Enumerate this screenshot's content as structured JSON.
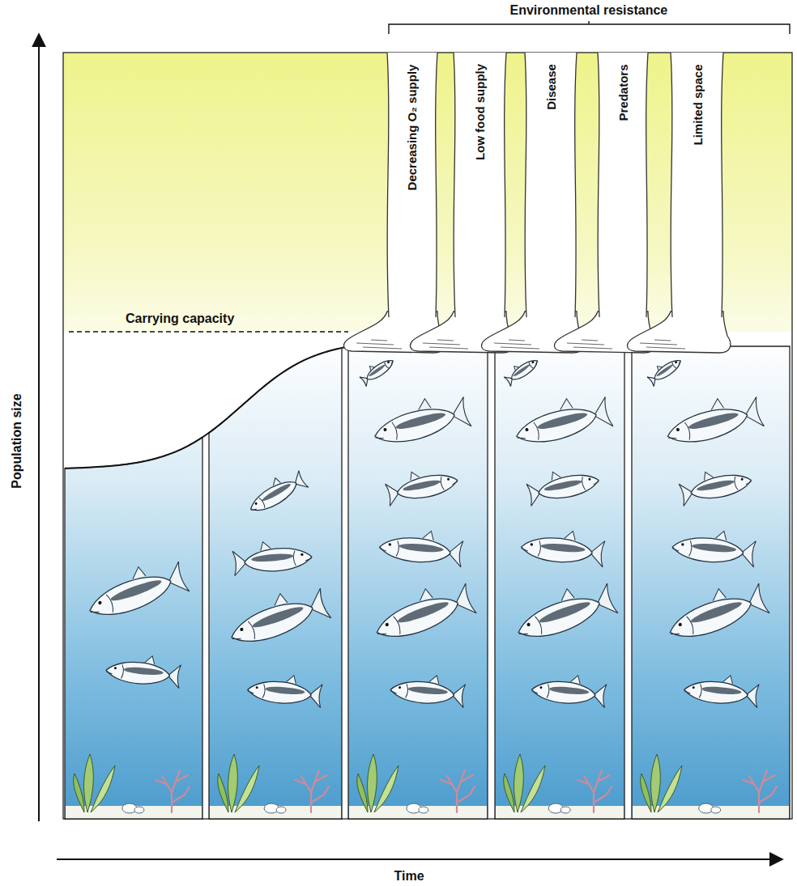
{
  "diagram": {
    "nodes": [
      {
        "text": [
          "Decreasing O₂ supply"
        ]
      },
      {
        "text": [
          "Low food supply"
        ]
      },
      {
        "text": [
          "Disease"
        ]
      },
      {
        "text": [
          "Predators"
        ]
      },
      {
        "text": [
          "Limited space"
        ]
      }
    ],
    "labels": [
      "Environmental resistance",
      "Carrying capacity",
      "Population size",
      "Time"
    ]
  }
}
